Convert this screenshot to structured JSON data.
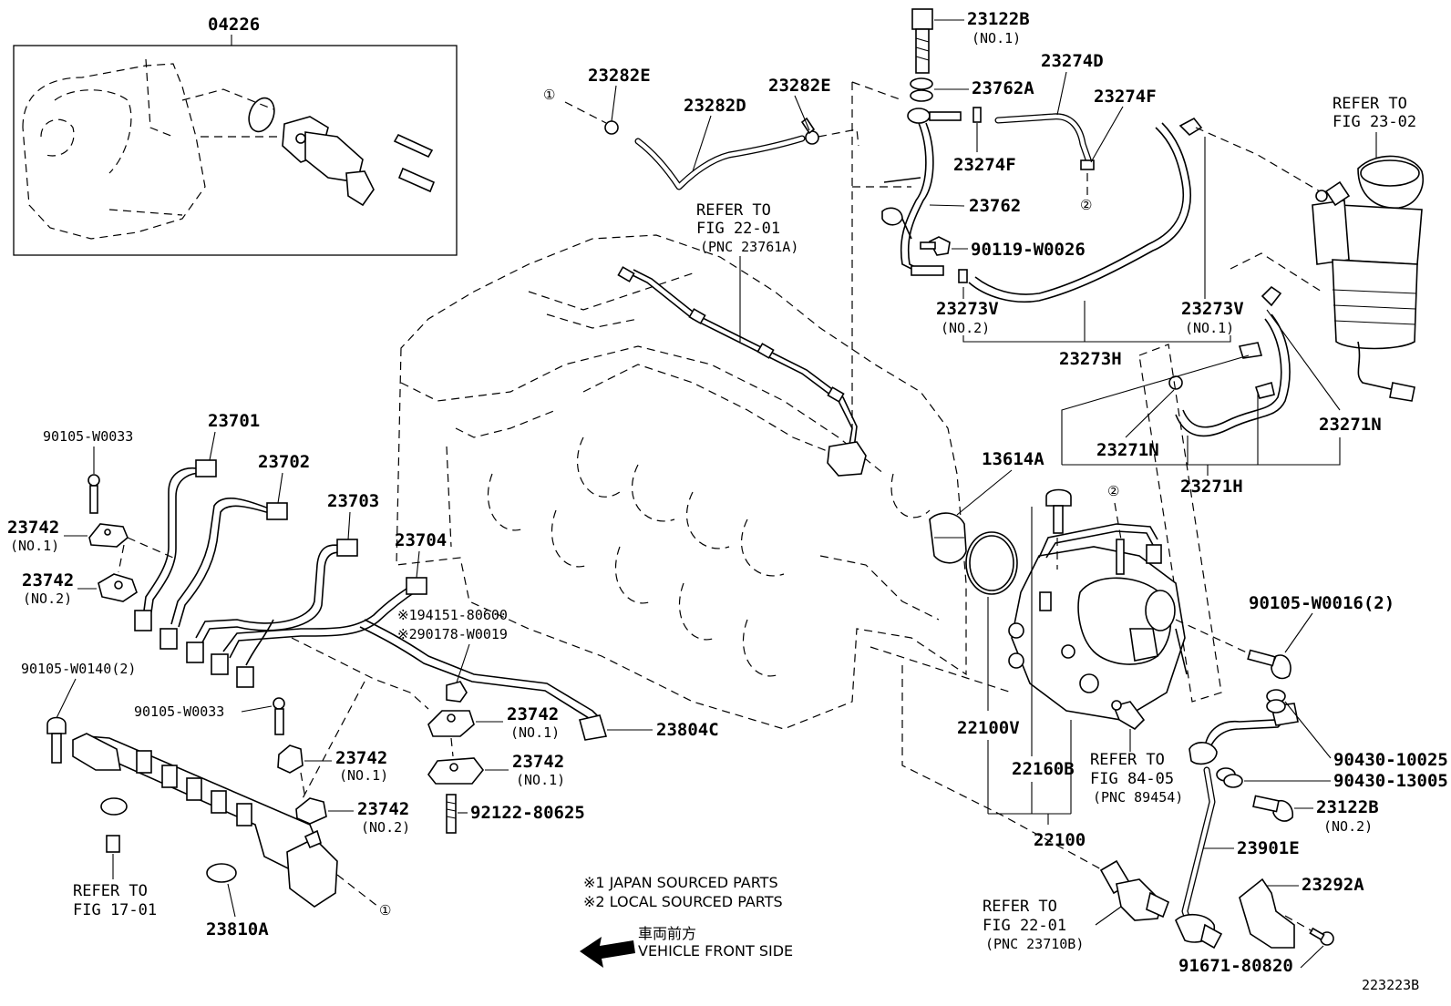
{
  "diagram": {
    "drawing_id": "223223B",
    "box_title": "04226",
    "notes": {
      "japan": "※1 JAPAN SOURCED PARTS",
      "local": "※2 LOCAL SOURCED PARTS",
      "front_jp": "車両前方",
      "front_en": "VEHICLE FRONT SIDE"
    },
    "parts": {
      "p23282E_a": "23282E",
      "p23282D": "23282D",
      "p23282E_b": "23282E",
      "p23122B_1": "23122B",
      "p23122B_1_sub": "(NO.1)",
      "p23274D": "23274D",
      "p23762A": "23762A",
      "p23274F_a": "23274F",
      "p23274F_b": "23274F",
      "p23762": "23762",
      "p90119": "90119-W0026",
      "p23273V_2": "23273V",
      "p23273V_2_sub": "(NO.2)",
      "p23273V_1": "23273V",
      "p23273V_1_sub": "(NO.1)",
      "p23273H": "23273H",
      "p23271N_a": "23271N",
      "p23271N_b": "23271N",
      "p23271H": "23271H",
      "p13614A": "13614A",
      "p23701": "23701",
      "p23702": "23702",
      "p23703": "23703",
      "p23704": "23704",
      "p90105_w0033_a": "90105-W0033",
      "p23742_1": "23742",
      "p23742_1_sub": "(NO.1)",
      "p23742_2": "23742",
      "p23742_2_sub": "(NO.2)",
      "p194151": "※194151-80600",
      "p290178": "※290178-W0019",
      "p90105_w0140": "90105-W0140(2)",
      "p90105_w0033_b": "90105-W0033",
      "p23742_3": "23742",
      "p23742_3_sub": "(NO.1)",
      "p23804C": "23804C",
      "p23742_4": "23742",
      "p23742_4_sub": "(NO.1)",
      "p23742_5": "23742",
      "p23742_5_sub": "(NO.1)",
      "p23742_6": "23742",
      "p23742_6_sub": "(NO.2)",
      "p92122": "92122-80625",
      "p23810A": "23810A",
      "p22100V": "22100V",
      "p22160B": "22160B",
      "p22100": "22100",
      "p90105_w0016": "90105-W0016(2)",
      "p90430_10025": "90430-10025",
      "p90430_13005": "90430-13005",
      "p23122B_2": "23122B",
      "p23122B_2_sub": "(NO.2)",
      "p23901E": "23901E",
      "p23292A": "23292A",
      "p91671": "91671-80820"
    },
    "refs": {
      "r_fig2302_a": "REFER TO",
      "r_fig2302_b": "FIG 23-02",
      "r_fig2201_a": "REFER TO",
      "r_fig2201_b": "FIG 22-01",
      "r_fig2201_c": "(PNC 23761A)",
      "r_fig8405_a": "REFER TO",
      "r_fig8405_b": "FIG 84-05",
      "r_fig8405_c": "(PNC 89454)",
      "r_fig1701_a": "REFER TO",
      "r_fig1701_b": "FIG 17-01",
      "r_fig2201b_a": "REFER TO",
      "r_fig2201b_b": "FIG 22-01",
      "r_fig2201b_c": "(PNC 23710B)"
    },
    "markers": {
      "m1_top": "①",
      "m1_bottom": "①",
      "m2_a": "②",
      "m2_b": "②"
    }
  }
}
